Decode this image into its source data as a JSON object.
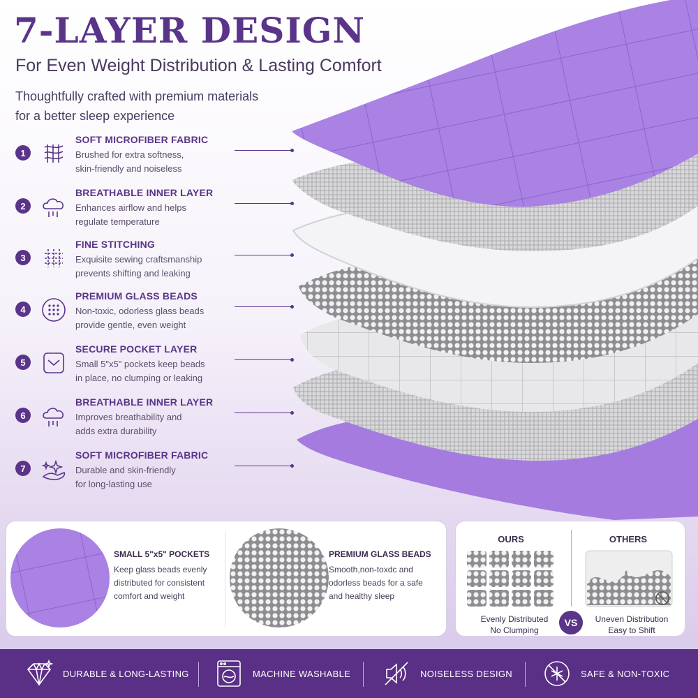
{
  "header": {
    "title": "7-LAYER DESIGN",
    "subtitle": "For Even Weight Distribution & Lasting Comfort",
    "intro_line1": "Thoughtfully crafted with premium materials",
    "intro_line2": "for a better sleep experience"
  },
  "features": [
    {
      "num": "1",
      "icon": "mesh-fabric-icon",
      "title": "SOFT MICROFIBER FABRIC",
      "desc1": "Brushed for extra softness,",
      "desc2": "skin-friendly and noiseless"
    },
    {
      "num": "2",
      "icon": "cloud-airflow-icon",
      "title": "BREATHABLE INNER LAYER",
      "desc1": "Enhances airflow and helps",
      "desc2": "regulate temperature"
    },
    {
      "num": "3",
      "icon": "stitch-grid-icon",
      "title": "FINE STITCHING",
      "desc1": "Exquisite sewing craftsmanship",
      "desc2": "prevents shifting and leaking"
    },
    {
      "num": "4",
      "icon": "beads-circle-icon",
      "title": "PREMIUM GLASS BEADS",
      "desc1": "Non-toxic, odorless glass beads",
      "desc2": "provide gentle, even weight"
    },
    {
      "num": "5",
      "icon": "pocket-icon",
      "title": "SECURE POCKET LAYER",
      "desc1": "Small 5\"x5\" pockets keep beads",
      "desc2": "in place, no clumping or leaking"
    },
    {
      "num": "6",
      "icon": "cloud-airflow-icon",
      "title": "BREATHABLE INNER LAYER",
      "desc1": "Improves breathability and",
      "desc2": "adds extra durability"
    },
    {
      "num": "7",
      "icon": "sparkle-hand-icon",
      "title": "SOFT MICROFIBER FABRIC",
      "desc1": "Durable and skin-friendly",
      "desc2": "for long-lasting use"
    }
  ],
  "detail_panel": {
    "pockets_title": "SMALL 5\"x5\" POCKETS",
    "pockets_desc": "Keep glass beads evenly distributed for consistent comfort and weight",
    "beads_title": "PREMIUM GLASS BEADS",
    "beads_desc": "Smooth,non-toxdc and odorless beads for a safe and healthy sleep"
  },
  "comparison": {
    "ours_label": "OURS",
    "ours_caption1": "Evenly Distributed",
    "ours_caption2": "No Clumping",
    "vs": "VS",
    "others_label": "OTHERS",
    "others_caption1": "Uneven Distribution",
    "others_caption2": "Easy to Shift"
  },
  "footer": [
    {
      "icon": "diamond-icon",
      "label": "DURABLE & LONG-LASTING"
    },
    {
      "icon": "washing-machine-icon",
      "label": "MACHINE WASHABLE"
    },
    {
      "icon": "mute-sound-icon",
      "label": "NOISELESS DESIGN"
    },
    {
      "icon": "no-toxic-icon",
      "label": "SAFE & NON-TOXIC"
    }
  ],
  "colors": {
    "primary": "#5a3489",
    "lavender": "#a77ee0",
    "footer_bg": "#5a2f86"
  }
}
